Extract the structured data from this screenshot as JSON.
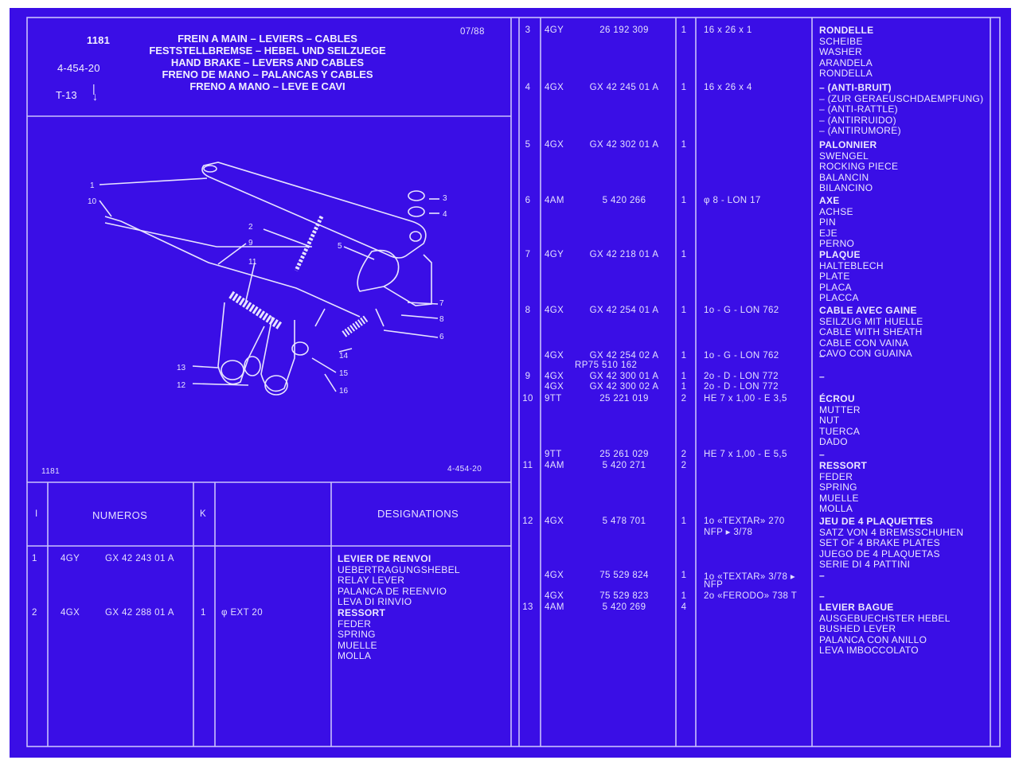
{
  "colors": {
    "background": "#3a0ee6",
    "ink": "#e6e2ff"
  },
  "header": {
    "sheet_no": "1181",
    "group_no": "4-454-20",
    "model": "T-13",
    "date": "07/88",
    "titles": [
      "FREIN A MAIN – LEVIERS – CABLES",
      "FESTSTELLBREMSE – HEBEL UND SEILZUEGE",
      "HAND BRAKE – LEVERS AND CABLES",
      "FRENO DE MANO – PALANCAS Y CABLES",
      "FRENO A MANO – LEVE E CAVI"
    ]
  },
  "diagram": {
    "footer_left": "1181",
    "footer_right": "4-454-20",
    "callouts": [
      "1",
      "10",
      "2",
      "9",
      "11",
      "3",
      "4",
      "5",
      "7",
      "8",
      "6",
      "14",
      "15",
      "16",
      "13",
      "12"
    ]
  },
  "left_table": {
    "headers": {
      "i": "I",
      "numeros": "NUMEROS",
      "k": "K",
      "designations": "DESIGNATIONS"
    },
    "rows": [
      {
        "i": "1",
        "code": "4GY",
        "ref": "GX 42 243 01 A",
        "k": "",
        "spec": "",
        "desc": [
          "LEVIER DE RENVOI",
          "UEBERTRAGUNGSHEBEL",
          "RELAY LEVER",
          "PALANCA DE REENVIO",
          "LEVA DI RINVIO"
        ]
      },
      {
        "i": "2",
        "code": "4GX",
        "ref": "GX 42 288 01 A",
        "k": "1",
        "spec": "φ EXT 20",
        "desc": [
          "RESSORT",
          "FEDER",
          "SPRING",
          "MUELLE",
          "MOLLA"
        ]
      }
    ]
  },
  "right_table": {
    "rows": [
      {
        "i": "3",
        "code": "4GY",
        "ref": "26 192 309",
        "k": "1",
        "spec": "16 x 26 x 1",
        "desc": [
          "RONDELLE",
          "SCHEIBE",
          "WASHER",
          "ARANDELA",
          "RONDELLA"
        ]
      },
      {
        "i": "4",
        "code": "4GX",
        "ref": "GX 42 245 01 A",
        "k": "1",
        "spec": "16 x 26 x 4",
        "desc": [
          "– (ANTI-BRUIT)",
          "– (ZUR GERAEUSCHDAEMPFUNG)",
          "– (ANTI-RATTLE)",
          "– (ANTIRRUIDO)",
          "– (ANTIRUMORE)"
        ]
      },
      {
        "i": "5",
        "code": "4GX",
        "ref": "GX 42 302 01 A",
        "k": "1",
        "spec": "",
        "desc": [
          "PALONNIER",
          "SWENGEL",
          "ROCKING PIECE",
          "BALANCIN",
          "BILANCINO"
        ]
      },
      {
        "i": "6",
        "code": "4AM",
        "ref": "5 420 266",
        "k": "1",
        "spec": "φ 8 - LON 17",
        "desc": [
          "AXE",
          "ACHSE",
          "PIN",
          "EJE",
          "PERNO"
        ]
      },
      {
        "i": "7",
        "code": "4GY",
        "ref": "GX 42 218 01 A",
        "k": "1",
        "spec": "",
        "desc": [
          "PLAQUE",
          "HALTEBLECH",
          "PLATE",
          "PLACA",
          "PLACCA"
        ]
      },
      {
        "i": "8",
        "code": "4GX",
        "ref": "GX 42 254 01 A",
        "k": "1",
        "spec": "1o - G - LON 762",
        "desc": [
          "CABLE AVEC GAINE",
          "SEILZUG MIT HUELLE",
          "CABLE WITH SHEATH",
          "CABLE CON VAINA",
          "CAVO CON GUAINA"
        ]
      },
      {
        "i": "",
        "code": "4GX",
        "ref": "GX 42 254 02 A",
        "ref2": "RP75 510 162",
        "k": "1",
        "spec": "1o - G - LON 762",
        "desc": [
          "–"
        ]
      },
      {
        "i": "9",
        "code": "4GX",
        "ref": "GX 42 300 01 A",
        "k": "1",
        "spec": "2o - D - LON 772",
        "desc": [
          "–"
        ]
      },
      {
        "i": "",
        "code": "4GX",
        "ref": "GX 42 300 02 A",
        "k": "1",
        "spec": "2o - D - LON 772",
        "desc": [
          ""
        ]
      },
      {
        "i": "10",
        "code": "9TT",
        "ref": "25 221 019",
        "k": "2",
        "spec": "HE 7 x 1,00 - E 3,5",
        "desc": [
          "ÉCROU",
          "MUTTER",
          "NUT",
          "TUERCA",
          "DADO"
        ]
      },
      {
        "i": "",
        "code": "9TT",
        "ref": "25 261 029",
        "k": "2",
        "spec": "HE 7 x 1,00 - E 5,5",
        "desc": [
          "–"
        ]
      },
      {
        "i": "11",
        "code": "4AM",
        "ref": "5 420 271",
        "k": "2",
        "spec": "",
        "desc": [
          "RESSORT",
          "FEDER",
          "SPRING",
          "MUELLE",
          "MOLLA"
        ]
      },
      {
        "i": "12",
        "code": "4GX",
        "ref": "5 478 701",
        "k": "1",
        "spec": "1o «TEXTAR» 270",
        "spec2": "NFP ▸ 3/78",
        "desc": [
          "JEU DE 4 PLAQUETTES",
          "SATZ VON 4 BREMSSCHUHEN",
          "SET OF 4 BRAKE PLATES",
          "JUEGO DE 4 PLAQUETAS",
          "SERIE DI 4 PATTINI"
        ]
      },
      {
        "i": "",
        "code": "4GX",
        "ref": "75 529 824",
        "k": "1",
        "spec": "1o «TEXTAR» 3/78 ▸",
        "spec2": "NFP",
        "desc": [
          "–"
        ]
      },
      {
        "i": "",
        "code": "4GX",
        "ref": "75 529 823",
        "k": "1",
        "spec": "2o «FERODO» 738 T",
        "desc": [
          "–"
        ]
      },
      {
        "i": "13",
        "code": "4AM",
        "ref": "5 420 269",
        "k": "4",
        "spec": "",
        "desc": [
          "LEVIER BAGUE",
          "AUSGEBUECHSTER HEBEL",
          "BUSHED LEVER",
          "PALANCA CON ANILLO",
          "LEVA IMBOCCOLATO"
        ]
      }
    ]
  }
}
